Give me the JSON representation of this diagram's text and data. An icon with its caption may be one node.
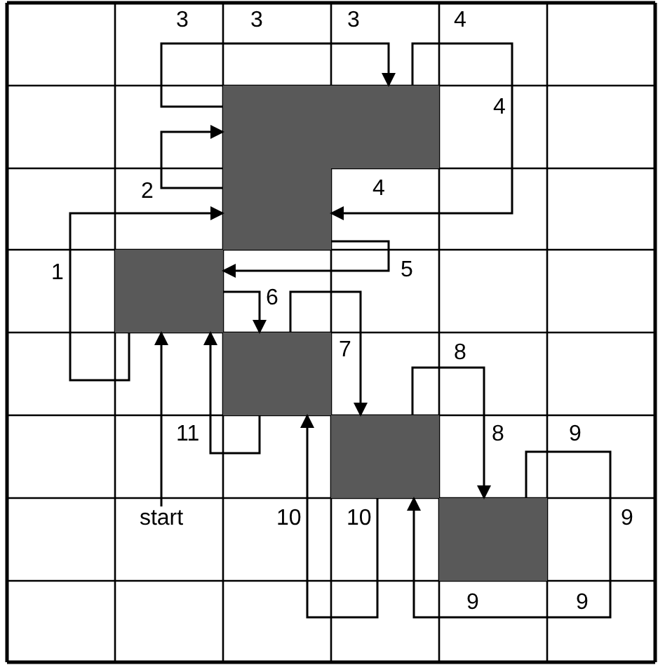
{
  "diagram": {
    "nodes": [
      {
        "text": [],
        "shape": "box"
      },
      {
        "text": [],
        "shape": "box"
      },
      {
        "text": [],
        "shape": "box"
      },
      {
        "text": [],
        "shape": "box"
      },
      {
        "text": [],
        "shape": "box"
      },
      {
        "text": [],
        "shape": "box"
      },
      {
        "text": [],
        "shape": "box"
      },
      {
        "text": [
          "start"
        ]
      }
    ],
    "edges": [
      {
        "from": 7,
        "to": 3,
        "arrow": "to"
      },
      {
        "from": 3,
        "to": 2,
        "arrow": "to"
      },
      {
        "from": 2,
        "to": 0,
        "arrow": "to"
      },
      {
        "from": 0,
        "to": 1,
        "arrow": "to"
      },
      {
        "from": 1,
        "to": 2,
        "arrow": "to"
      },
      {
        "from": 2,
        "to": 3,
        "arrow": "to"
      },
      {
        "from": 3,
        "to": 4,
        "arrow": "to"
      },
      {
        "from": 4,
        "to": 5,
        "arrow": "to"
      },
      {
        "from": 5,
        "to": 6,
        "arrow": "to"
      },
      {
        "from": 6,
        "to": 5,
        "arrow": "to"
      },
      {
        "from": 5,
        "to": 4,
        "arrow": "to"
      },
      {
        "from": 4,
        "to": 3,
        "arrow": "to"
      }
    ],
    "labels": [
      "3",
      "3",
      "3",
      "4",
      "4",
      "2",
      "4",
      "1",
      "5",
      "6",
      "7",
      "8",
      "11",
      "8",
      "9",
      "10",
      "10",
      "9",
      "9",
      "9"
    ]
  }
}
